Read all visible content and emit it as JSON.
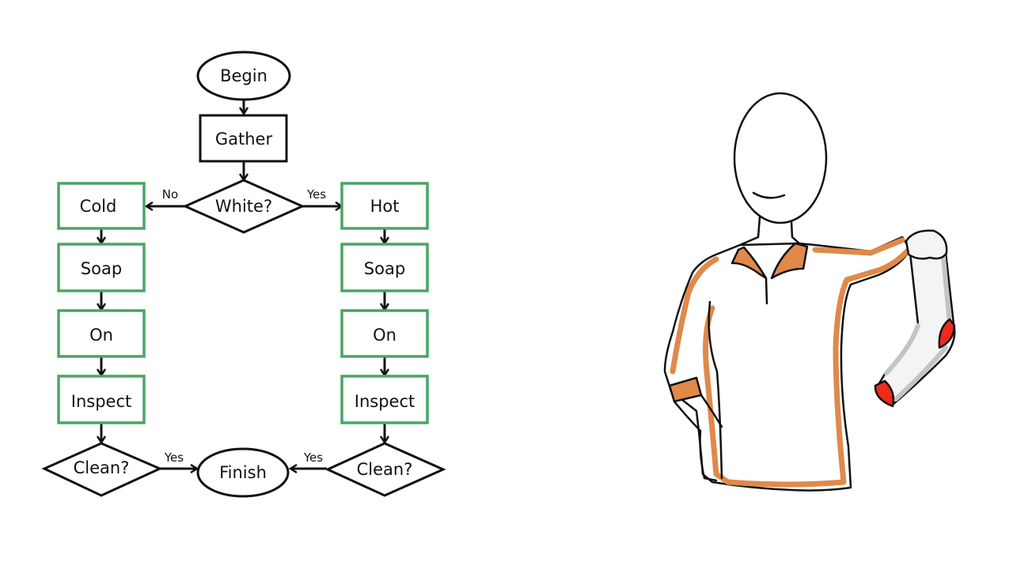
{
  "flowchart": {
    "colors": {
      "stroke": "#111111",
      "green": "#4aa564"
    },
    "nodes": {
      "begin": "Begin",
      "gather": "Gather",
      "white": "White?",
      "cold": "Cold",
      "soap_left": "Soap",
      "on_left": "On",
      "inspect_left": "Inspect",
      "clean_left": "Clean?",
      "hot": "Hot",
      "soap_right": "Soap",
      "on_right": "On",
      "inspect_right": "Inspect",
      "clean_right": "Clean?",
      "finish": "Finish"
    },
    "edge_labels": {
      "white_no": "No",
      "white_yes": "Yes",
      "clean_left_yes": "Yes",
      "clean_right_yes": "Yes"
    }
  },
  "illustration": {
    "subject": "person-holding-sock",
    "colors": {
      "shirt_trim": "#e0894a",
      "sock": "#c4c4c4",
      "sock_tip": "#ee2a1b"
    }
  }
}
